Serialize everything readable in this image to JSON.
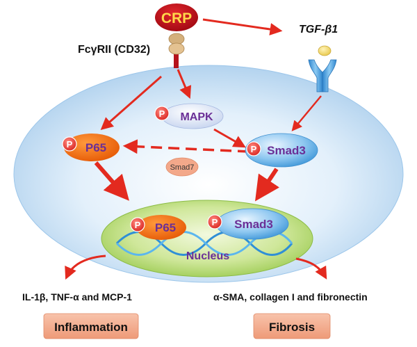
{
  "ligand": {
    "crp": "CRP",
    "tgf": "TGF-β1"
  },
  "receptor": {
    "fcgr": "FcγRII (CD32)"
  },
  "cytoplasm": {
    "mapk": "MAPK",
    "p65": "P65",
    "smad3": "Smad3",
    "smad7": "Smad7",
    "phospho": "P"
  },
  "nucleus": {
    "label": "Nucleus",
    "p65": "P65",
    "smad3": "Smad3",
    "phospho": "P"
  },
  "outcomes": {
    "inflammation_genes": "IL-1β, TNF-α and MCP-1",
    "fibrosis_genes": "α-SMA, collagen I and fibronectin",
    "inflammation": "Inflammation",
    "fibrosis": "Fibrosis"
  },
  "colors": {
    "arrow": "#e32a1f",
    "cell_fill": "#cfe6f7",
    "crp_fill": "#c8101b",
    "crp_text": "#ffd84a",
    "p65_fill": "#f0650e",
    "smad3_fill": "#4aa8e6",
    "mapk_fill": "#dde6f6",
    "smad7_fill": "#f3a88a",
    "nucleus_fill": "#bfe07f",
    "phospho_fill": "#e63c3a",
    "outcome_box": "#f2a989",
    "protein_text": "#6b2f96"
  }
}
